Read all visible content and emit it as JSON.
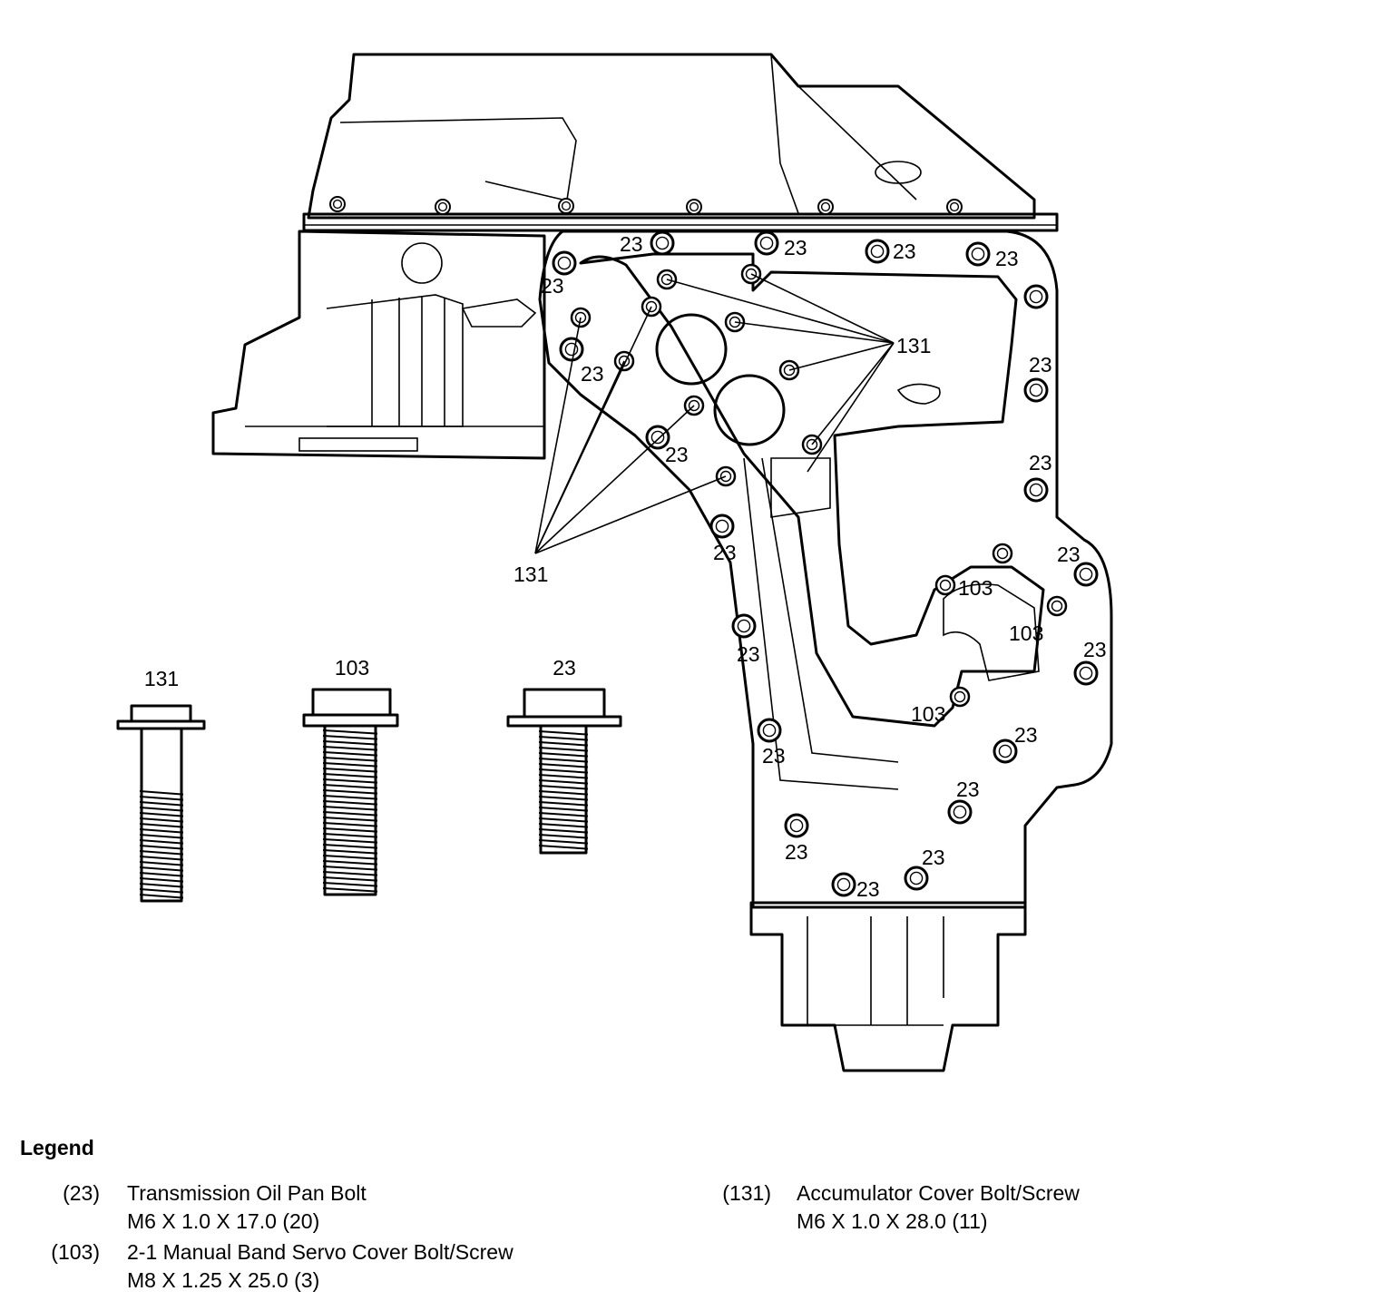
{
  "callouts": {
    "c23": "23",
    "c103": "103",
    "c131": "131"
  },
  "fasteners": [
    {
      "label": "131"
    },
    {
      "label": "103"
    },
    {
      "label": "23"
    }
  ],
  "legend": {
    "title": "Legend",
    "entries": [
      {
        "num": "(23)",
        "line1": "Transmission Oil Pan Bolt",
        "line2": "M6 X 1.0 X 17.0 (20)"
      },
      {
        "num": "(103)",
        "line1": "2-1 Manual Band Servo Cover Bolt/Screw",
        "line2": "M8 X 1.25 X 25.0 (3)"
      },
      {
        "num": "(131)",
        "line1": "Accumulator Cover Bolt/Screw",
        "line2": "M6 X 1.0 X 28.0 (11)"
      }
    ]
  }
}
